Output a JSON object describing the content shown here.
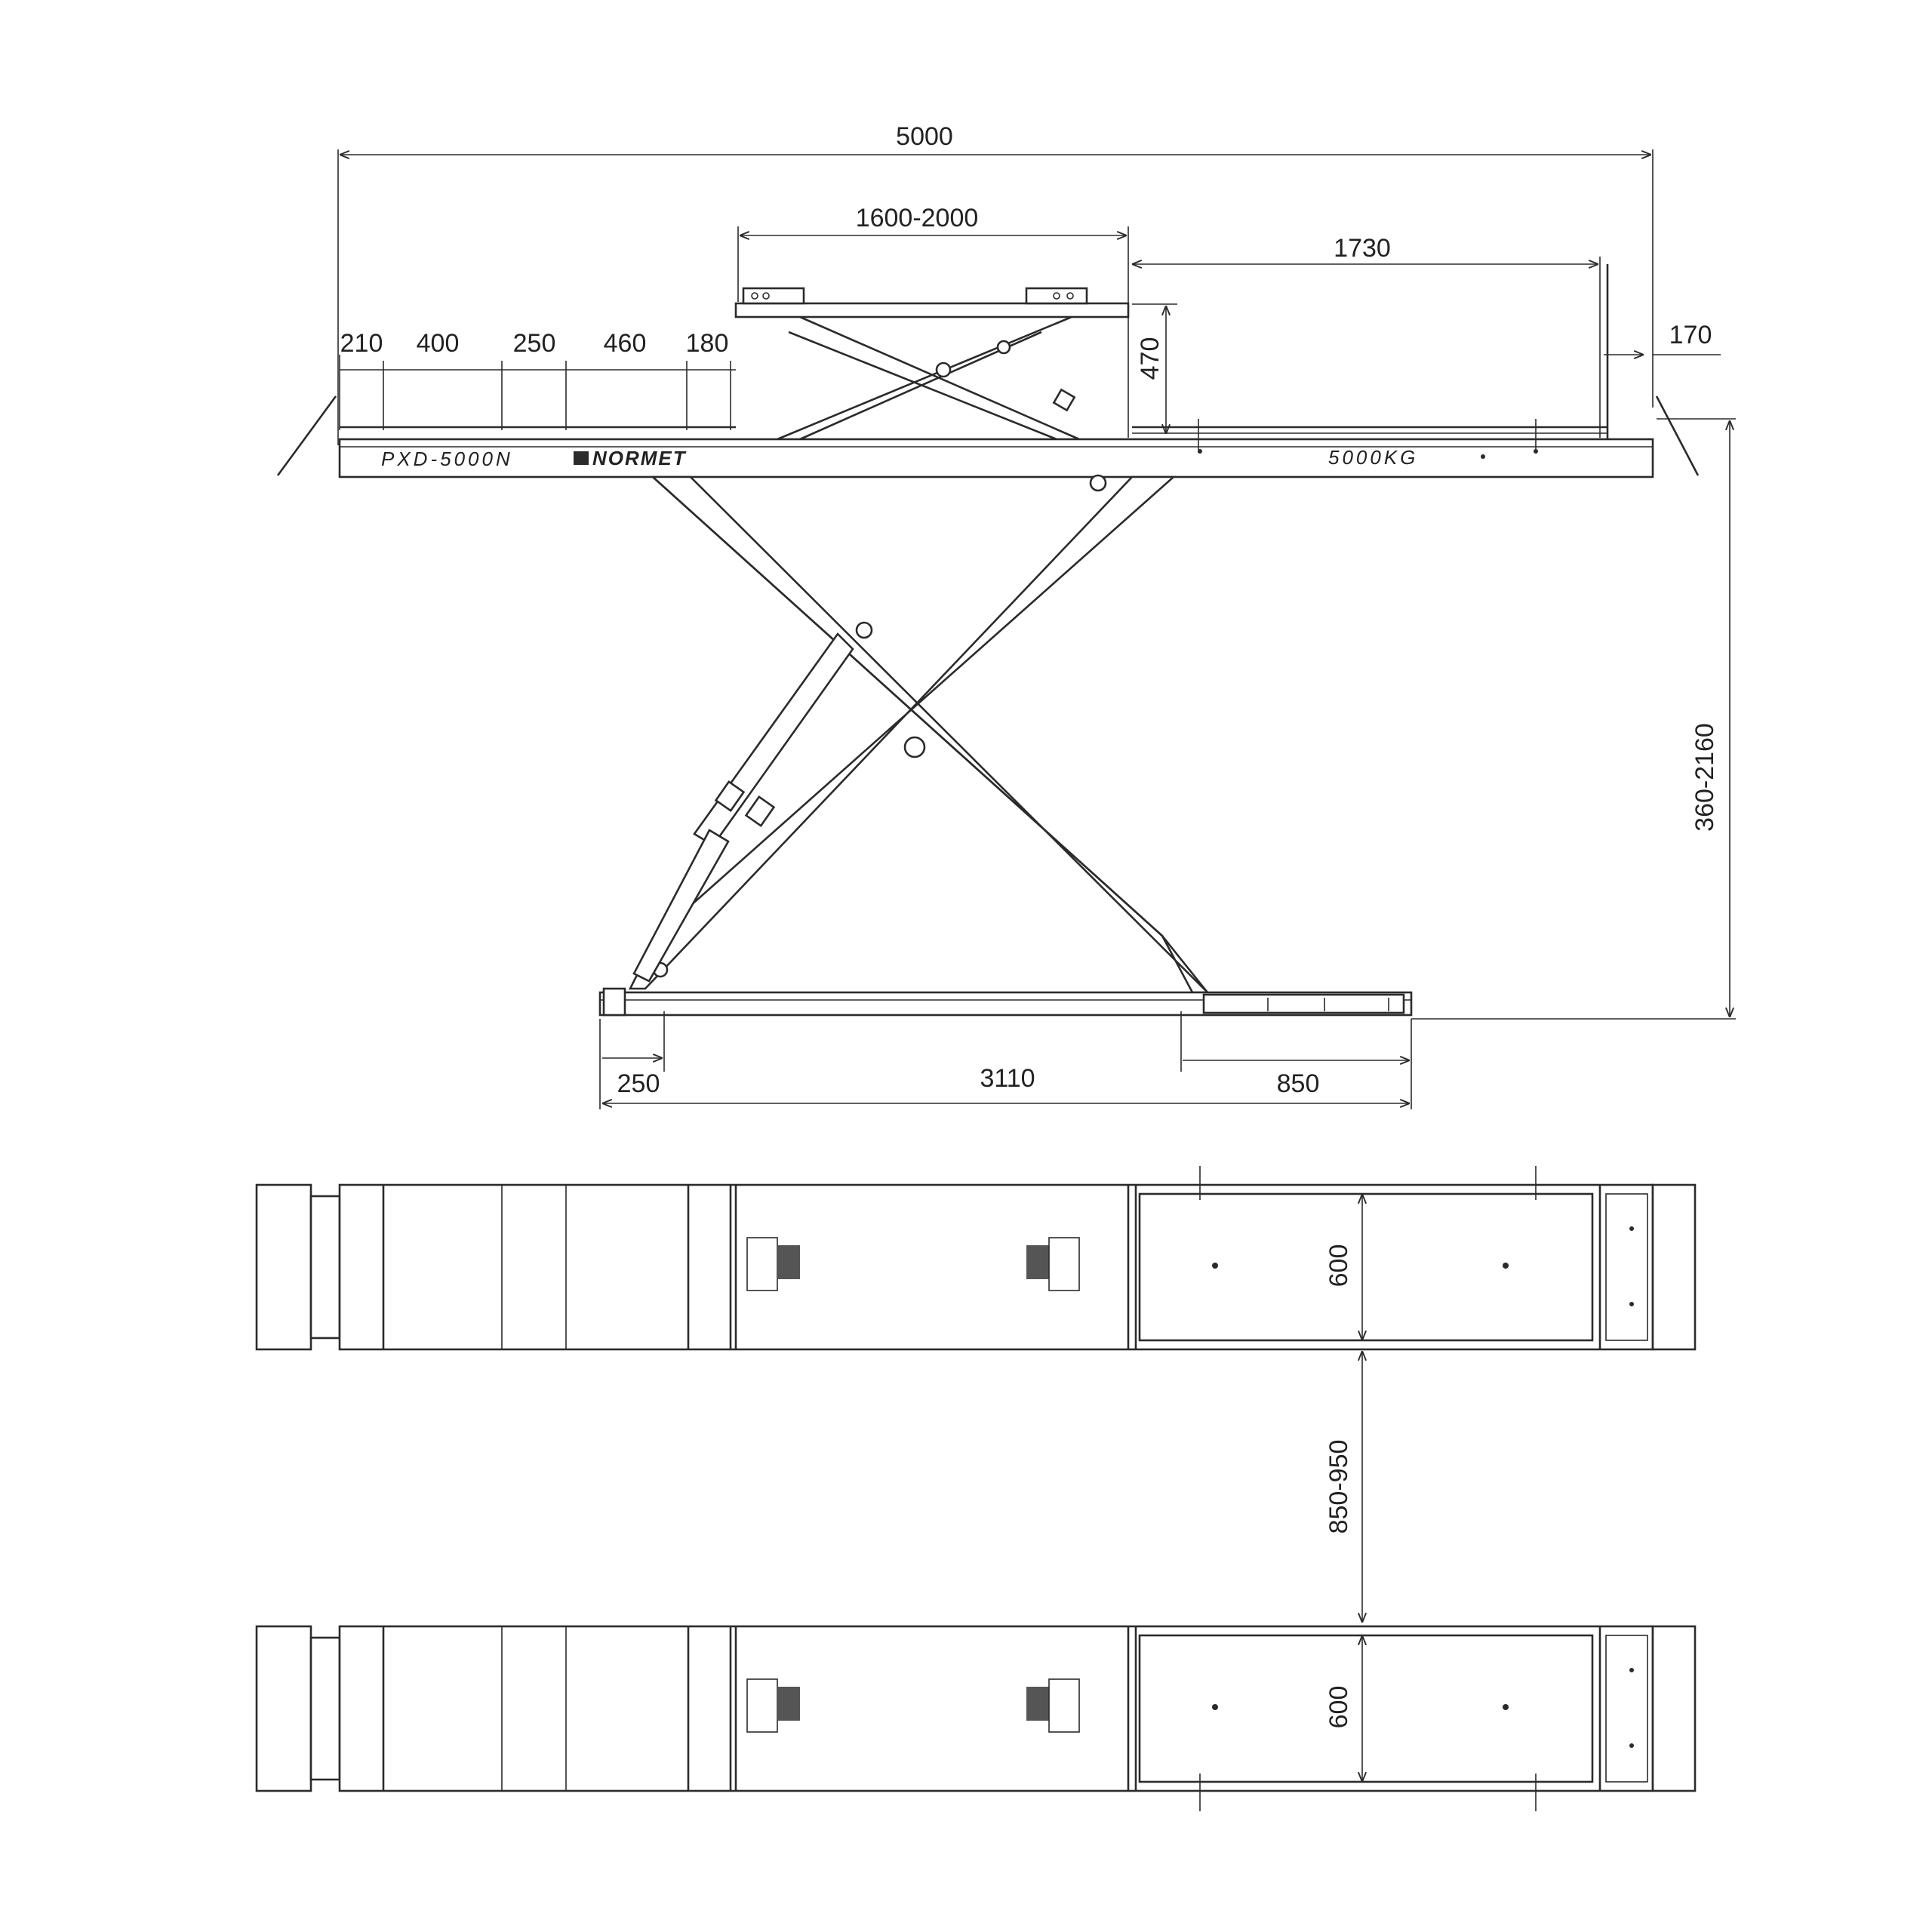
{
  "side_view": {
    "overall_length": "5000",
    "top_platform_length": "1600-2000",
    "right_section_length": "1730",
    "platform_height": "470",
    "right_end": "170",
    "segments": [
      "210",
      "400",
      "250",
      "460",
      "180"
    ],
    "lift_height": "360-2160",
    "model_label": "PXD-5000N",
    "brand_label": "NORMET",
    "capacity_label": "5000KG",
    "base_left": "250",
    "base_span": "3110",
    "base_right": "850"
  },
  "top_view": {
    "track_width_upper": "600",
    "track_width_lower": "600",
    "track_spacing": "850-950"
  }
}
